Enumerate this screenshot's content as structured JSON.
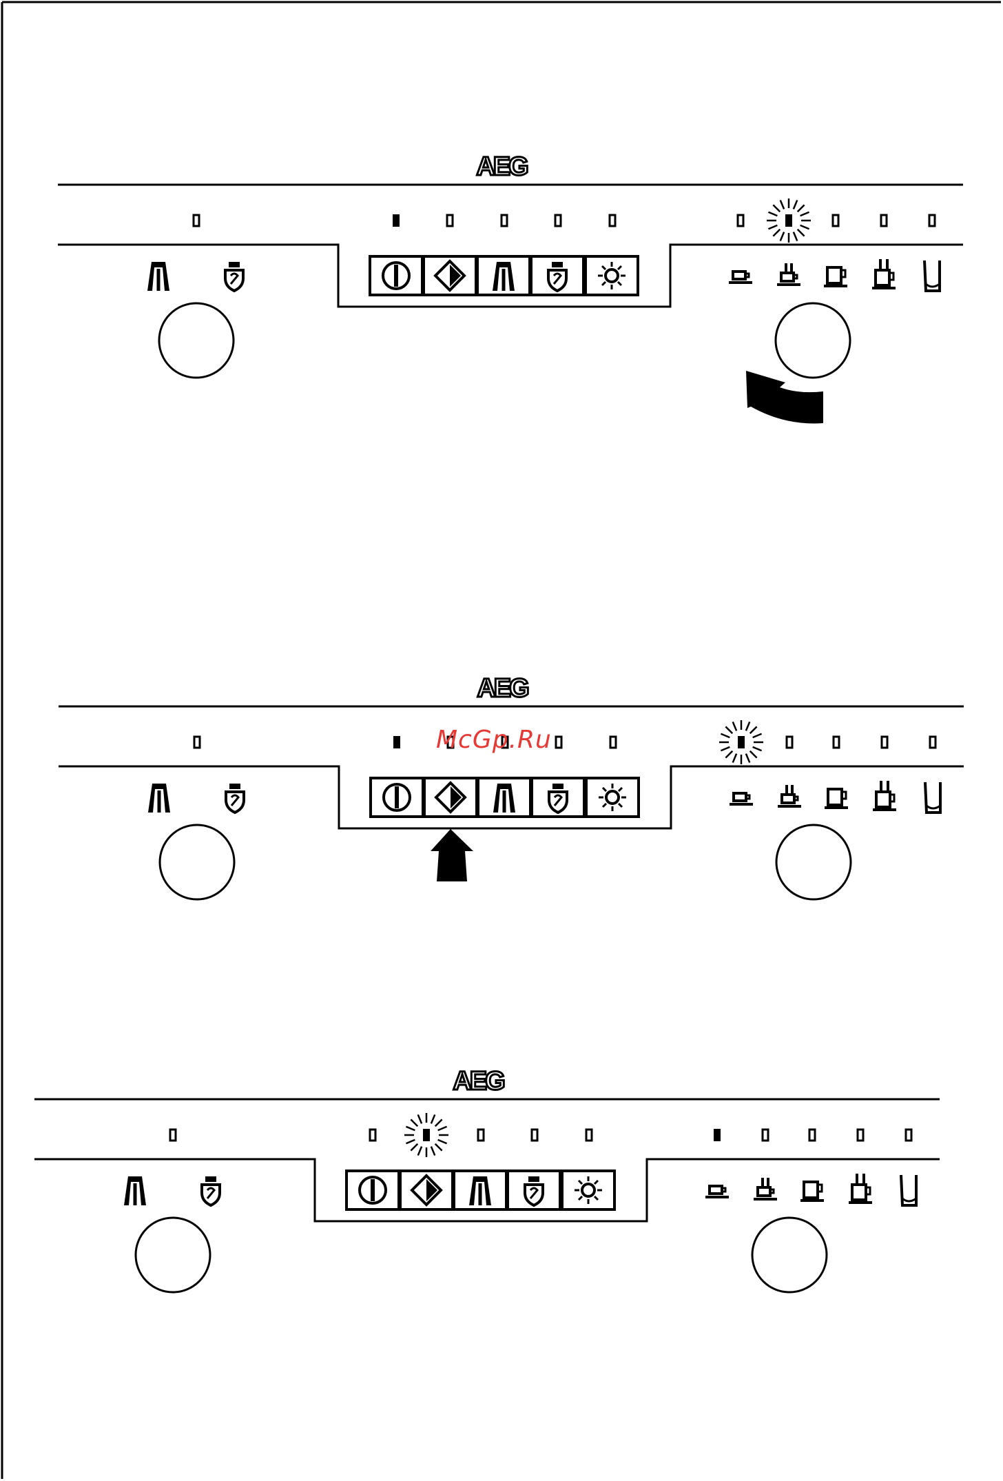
{
  "brand": "AEG",
  "watermark": "McGp.Ru",
  "colors": {
    "ink": "#000000",
    "paper": "#ffffff",
    "watermark": "#e53935"
  },
  "icons": {
    "left_knob_symbols": [
      "steam-nozzle-icon",
      "hot-water-icon"
    ],
    "function_buttons": [
      "power-icon",
      "start-diamond-icon",
      "steam-icon",
      "hot-water-icon",
      "light-icon"
    ],
    "cup_symbols": [
      "small-cup-icon",
      "medium-cup-icon",
      "large-cup-icon",
      "tall-cup-icon",
      "glass-icon"
    ]
  },
  "panels": [
    {
      "center_leds_lit": [
        true,
        false,
        false,
        false,
        false
      ],
      "right_leds_lit": [
        false,
        true,
        false,
        false,
        false
      ],
      "blinking": "right-1",
      "arrow": "knob-rotate"
    },
    {
      "center_leds_lit": [
        true,
        false,
        false,
        false,
        false
      ],
      "right_leds_lit": [
        true,
        false,
        false,
        false,
        false
      ],
      "blinking": "right-0",
      "arrow": "press-start"
    },
    {
      "center_leds_lit": [
        false,
        true,
        false,
        false,
        false
      ],
      "right_leds_lit": [
        true,
        false,
        false,
        false,
        false
      ],
      "blinking": "center-1",
      "arrow": "none"
    }
  ]
}
